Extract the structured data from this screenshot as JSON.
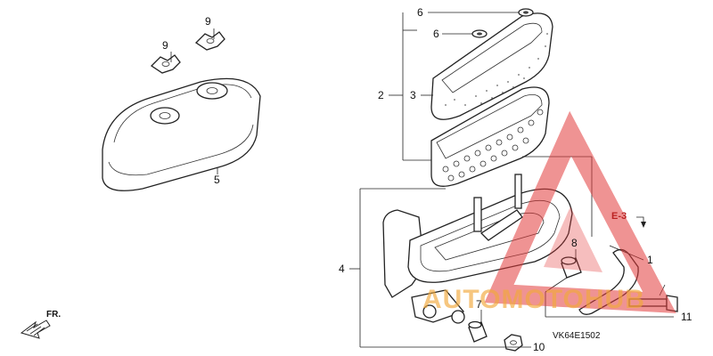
{
  "callouts": {
    "c1": "1",
    "c2": "2",
    "c3": "3",
    "c4": "4",
    "c5": "5",
    "c6a": "6",
    "c6b": "6",
    "c7": "7",
    "c8": "8",
    "c9a": "9",
    "c9b": "9",
    "c10": "10",
    "c11": "11"
  },
  "reference_label": "E-3",
  "front_label": "FR.",
  "diagram_code": "VK64E1502",
  "watermark": "AUTOMOTOHUB",
  "colors": {
    "ink": "#222222",
    "watermark": "#e23b3b",
    "watermark_text": "#f2a93b"
  }
}
